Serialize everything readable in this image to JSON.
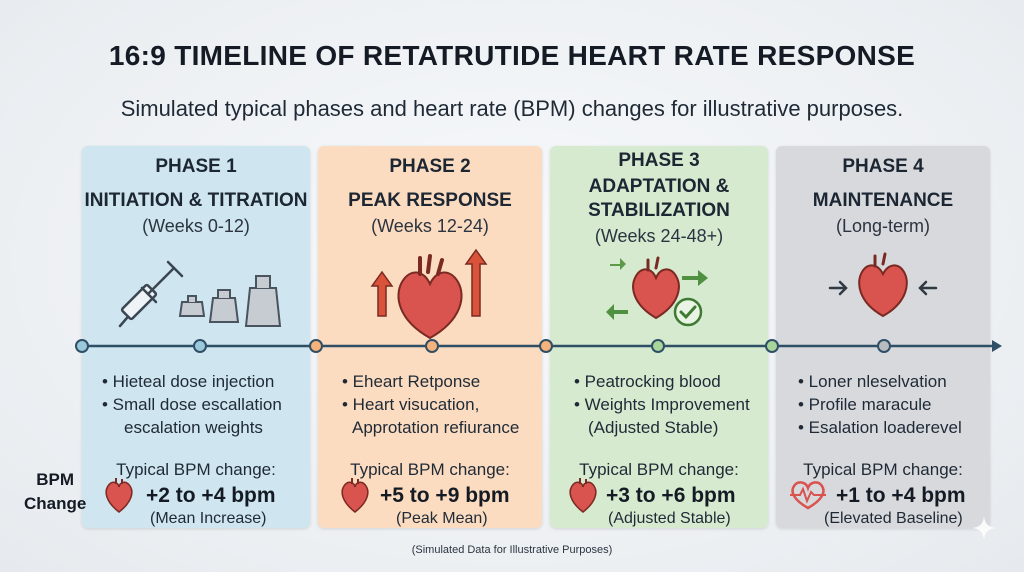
{
  "title": "16:9 TIMELINE OF RETATRUTIDE HEART RATE RESPONSE",
  "subtitle": "Simulated typical phases and heart rate (BPM) changes for illustrative purposes.",
  "axis_label_line1": "BPM",
  "axis_label_line2": "Change",
  "footer": "(Simulated Data for Illustrative Purposes)",
  "colors": {
    "phase1": "#cfe5ef",
    "phase2": "#fbdcc0",
    "phase3": "#d6ead0",
    "phase4": "#d7d9dc",
    "heart": "#d9534f",
    "timeline": "#2f4f66"
  },
  "phases": [
    {
      "number": "PHASE 1",
      "name_lines": [
        "INITIATION & TITRATION"
      ],
      "weeks": "(Weeks 0-12)",
      "icons": [
        "syringe-icon",
        "weights-icon"
      ],
      "bullets": [
        "• Hieteal dose injection",
        "• Small dose escallation",
        "escalation weights"
      ],
      "bpm_label": "Typical BPM change:",
      "bpm_value": "+2 to +4 bpm",
      "bpm_note": "(Mean Increase)"
    },
    {
      "number": "PHASE 2",
      "name_lines": [
        "PEAK RESPONSE"
      ],
      "weeks": "(Weeks 12-24)",
      "icons": [
        "heart-icon",
        "arrow-up-icon"
      ],
      "bullets": [
        "• Eheart Retponse",
        "• Heart visucation,",
        "Approtation refiurance"
      ],
      "bpm_label": "Typical BPM change:",
      "bpm_value": "+5 to +9 bpm",
      "bpm_note": "(Peak Mean)"
    },
    {
      "number": "PHASE 3",
      "name_lines": [
        "ADAPTATION &",
        "STABILIZATION"
      ],
      "weeks": "(Weeks 24-48+)",
      "icons": [
        "heart-icon",
        "check-icon"
      ],
      "bullets": [
        "• Peatrocking blood",
        "• Weights Improvement",
        "(Adjusted Stable)"
      ],
      "bpm_label": "Typical BPM change:",
      "bpm_value": "+3 to +6 bpm",
      "bpm_note": "(Adjusted Stable)"
    },
    {
      "number": "PHASE 4",
      "name_lines": [
        "MAINTENANCE"
      ],
      "weeks": "(Long-term)",
      "icons": [
        "heart-icon",
        "arrows-in-icon"
      ],
      "bullets": [
        "• Loner nleselvation",
        "• Profile maracule",
        "• Esalation loaderevel"
      ],
      "bpm_label": "Typical BPM change:",
      "bpm_value": "+1 to +4 bpm",
      "bpm_note": "(Elevated Baseline)"
    }
  ]
}
